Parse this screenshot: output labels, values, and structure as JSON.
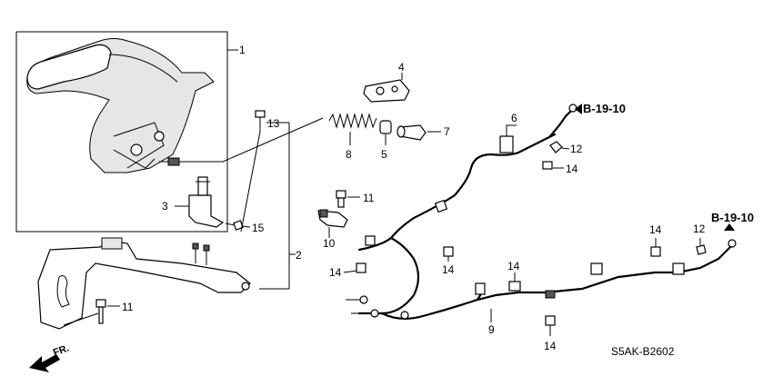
{
  "labels": {
    "p1": "1",
    "p2": "2",
    "p3": "3",
    "p4": "4",
    "p5": "5",
    "p6": "6",
    "p7": "7",
    "p8": "8",
    "p9": "9",
    "p10": "10",
    "p11a": "11",
    "p11b": "11",
    "p12a": "12",
    "p12b": "12",
    "p13": "13",
    "p14a": "14",
    "p14b": "14",
    "p14c": "14",
    "p14d": "14",
    "p14e": "14",
    "p14f": "14",
    "p15": "15"
  },
  "refs": {
    "top": "B-19-10",
    "right": "B-19-10"
  },
  "diagram_code": "S5AK-B2602",
  "direction": "FR."
}
